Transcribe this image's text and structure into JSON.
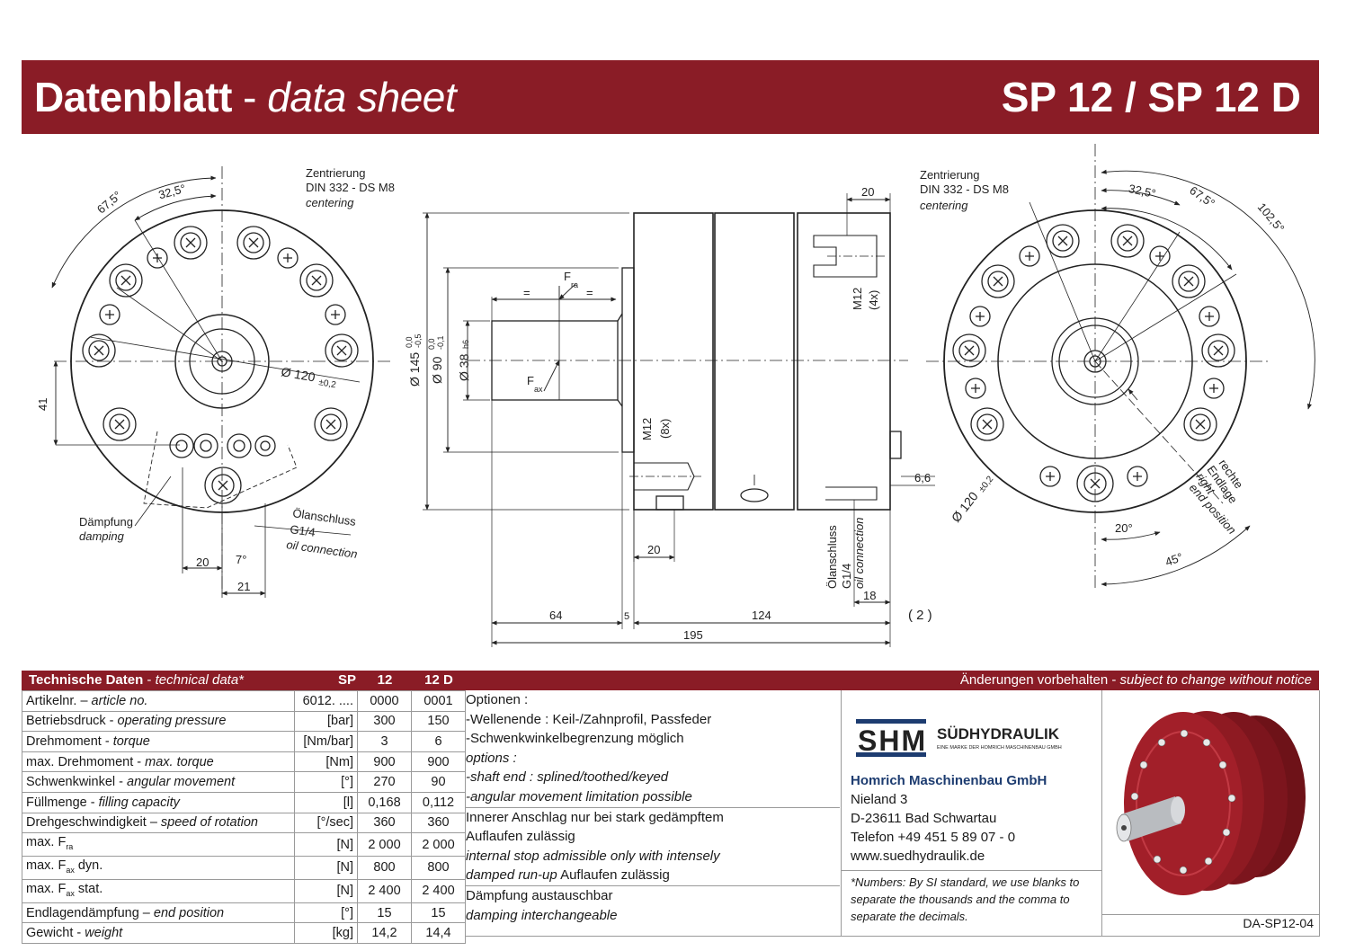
{
  "banner": {
    "title_main": "Datenblatt",
    "title_sep": " - ",
    "title_sub": "data sheet",
    "model": "SP 12 / SP 12 D"
  },
  "drawing": {
    "left_view": {
      "angle_a": "67,5°",
      "angle_b": "32,5°",
      "centering_de": "Zentrierung",
      "centering_std": "DIN 332 - DS M8",
      "centering_en": "centering",
      "dia_label": "Ø 120",
      "dia_tol": "±0,2",
      "dim_41": "41",
      "dim_20": "20",
      "dim_7": "7°",
      "dim_21": "21",
      "damping_de": "Dämpfung",
      "damping_en": "damping",
      "oil_de": "Ölanschluss",
      "oil_size": "G1/4",
      "oil_en": "oil connection"
    },
    "side_view": {
      "dia145": "Ø 145",
      "dia145_tol_a": "0,0",
      "dia145_tol_b": "-0,5",
      "dia90": "Ø 90",
      "dia90_tol_a": "0,0",
      "dia90_tol_b": "-0,1",
      "dia38": "Ø 38",
      "dia38_tol": "h6",
      "fra": "F",
      "fra_sub": "ra",
      "fax": "F",
      "fax_sub": "ax",
      "eq": "=",
      "dim_20_top": "20",
      "m12_4x_a": "M12",
      "m12_4x_b": "(4x)",
      "m12_8x_a": "M12",
      "m12_8x_b": "(8x)",
      "dim_6_6": "6,6",
      "dim_20_bottom": "20",
      "oil_de": "Ölanschluss",
      "oil_size": "G1/4",
      "oil_en": "oil connection",
      "dim_18": "18",
      "dim_64": "64",
      "dim_5": "5",
      "dim_124": "124",
      "dim_2": "( 2 )",
      "dim_195": "195"
    },
    "right_view": {
      "centering_de": "Zentrierung",
      "centering_std": "DIN 332 - DS M8",
      "centering_en": "centering",
      "angle_a": "32,5°",
      "angle_b": "67,5°",
      "angle_c": "102,5°",
      "end_de_1": "rechte",
      "end_de_2": "Endlage",
      "end_en_1": "right",
      "end_en_2": "end position",
      "dia_label": "Ø 120",
      "dia_tol": "±0,2",
      "angle_20": "20°",
      "angle_45": "45°"
    }
  },
  "tech_header": {
    "title": "Technische Daten",
    "title_sep": " - ",
    "title_en": "technical data*",
    "col_sp": "SP",
    "col_12": "12",
    "col_12d": "12 D",
    "notice_de": "Änderungen vorbehalten",
    "notice_sep": " - ",
    "notice_en": "subject to change without notice"
  },
  "tech_rows": [
    {
      "de": "Artikelnr.",
      "sep": " – ",
      "en": "article no.",
      "unit": "6012. ....",
      "v12": "0000",
      "v12d": "0001"
    },
    {
      "de": "Betriebsdruck",
      "sep": " - ",
      "en": "operating pressure",
      "unit": "[bar]",
      "v12": "300",
      "v12d": "150"
    },
    {
      "de": "Drehmoment",
      "sep": " - ",
      "en": "torque",
      "unit": "[Nm/bar]",
      "v12": "3",
      "v12d": "6"
    },
    {
      "de": "max. Drehmoment",
      "sep": " - ",
      "en": "max. torque",
      "unit": "[Nm]",
      "v12": "900",
      "v12d": "900"
    },
    {
      "de": "Schwenkwinkel",
      "sep": " - ",
      "en": "angular movement",
      "unit": "[°]",
      "v12": "270",
      "v12d": "90"
    },
    {
      "de": "Füllmenge",
      "sep": " - ",
      "en": "filling capacity",
      "unit": "[l]",
      "v12": "0,168",
      "v12d": "0,112"
    },
    {
      "de": "Drehgeschwindigkeit",
      "sep": " – ",
      "en": "speed of rotation",
      "unit": "[°/sec]",
      "v12": "360",
      "v12d": "360"
    },
    {
      "de": "max. F",
      "sub": "ra",
      "sep": "",
      "en": "",
      "unit": "[N]",
      "v12": "2 000",
      "v12d": "2 000"
    },
    {
      "de": "max. F",
      "sub": "ax",
      "sep": " dyn.",
      "en": "",
      "unit": "[N]",
      "v12": "800",
      "v12d": "800"
    },
    {
      "de": "max. F",
      "sub": "ax",
      "sep": " stat.",
      "en": "",
      "unit": "[N]",
      "v12": "2 400",
      "v12d": "2 400"
    },
    {
      "de": "Endlagendämpfung",
      "sep": " – ",
      "en": "end position",
      "unit": "[°]",
      "v12": "15",
      "v12d": "15"
    },
    {
      "de": "Gewicht",
      "sep": " - ",
      "en": "weight",
      "unit": "[kg]",
      "v12": "14,2",
      "v12d": "14,4"
    }
  ],
  "options": {
    "l1": "Optionen :",
    "l2": "-Wellenende : Keil-/Zahnprofil, Passfeder",
    "l3": "-Schwenkwinkelbegrenzung möglich",
    "l4": "options :",
    "l5": "-shaft end : splined/toothed/keyed",
    "l6": "-angular movement limitation possible",
    "l7": "Innerer Anschlag nur bei stark gedämpftem",
    "l8": "Auflaufen zulässig",
    "l9": "internal stop admissible only with intensely",
    "l10a": "damped run-up",
    "l10b": " Auflaufen zulässig",
    "l11": "Dämpfung austauschbar",
    "l12": "damping interchangeable"
  },
  "logo": {
    "mark": "SHM",
    "brand": "SÜDHYDRAULIK",
    "tagline": "EINE MARKE DER HOMRICH MASCHINENBAU GMBH"
  },
  "company": {
    "name": "Homrich Maschinenbau GmbH",
    "street": "Nieland 3",
    "city": "D-23611 Bad Schwartau",
    "phone": "Telefon +49 451 5 89 07 - 0",
    "web": "www.suedhydraulik.de"
  },
  "note": "*Numbers: By SI standard, we use blanks to separate the thousands and the comma to separate the decimals.",
  "doc_id": "DA-SP12-04",
  "colors": {
    "brand_red": "#8a1c26",
    "logo_blue": "#1d3c70",
    "product_red": "#8e1a22"
  }
}
